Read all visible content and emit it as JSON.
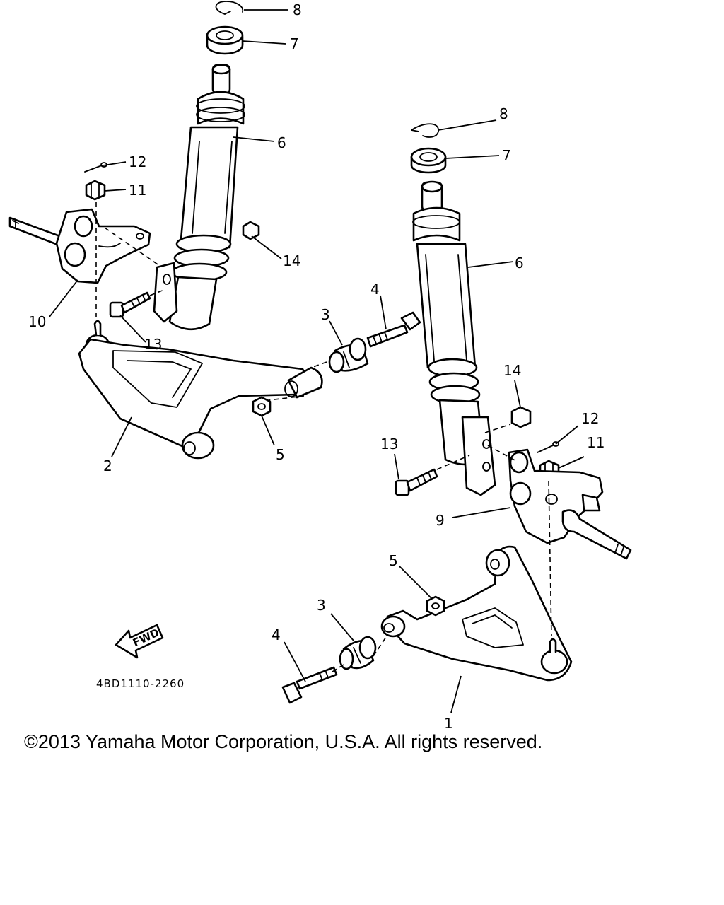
{
  "callouts": {
    "c1": "1",
    "c2": "2",
    "c3a": "3",
    "c3b": "3",
    "c4a": "4",
    "c4b": "4",
    "c5a": "5",
    "c5b": "5",
    "c6a": "6",
    "c6b": "6",
    "c7a": "7",
    "c7b": "7",
    "c8a": "8",
    "c8b": "8",
    "c9": "9",
    "c10": "10",
    "c11a": "11",
    "c11b": "11",
    "c12a": "12",
    "c12b": "12",
    "c13a": "13",
    "c13b": "13",
    "c14a": "14",
    "c14b": "14"
  },
  "fwd_label": "FWD",
  "drawing_code": "4BD1110-2260",
  "copyright": "©2013 Yamaha Motor Corporation, U.S.A. All rights reserved."
}
